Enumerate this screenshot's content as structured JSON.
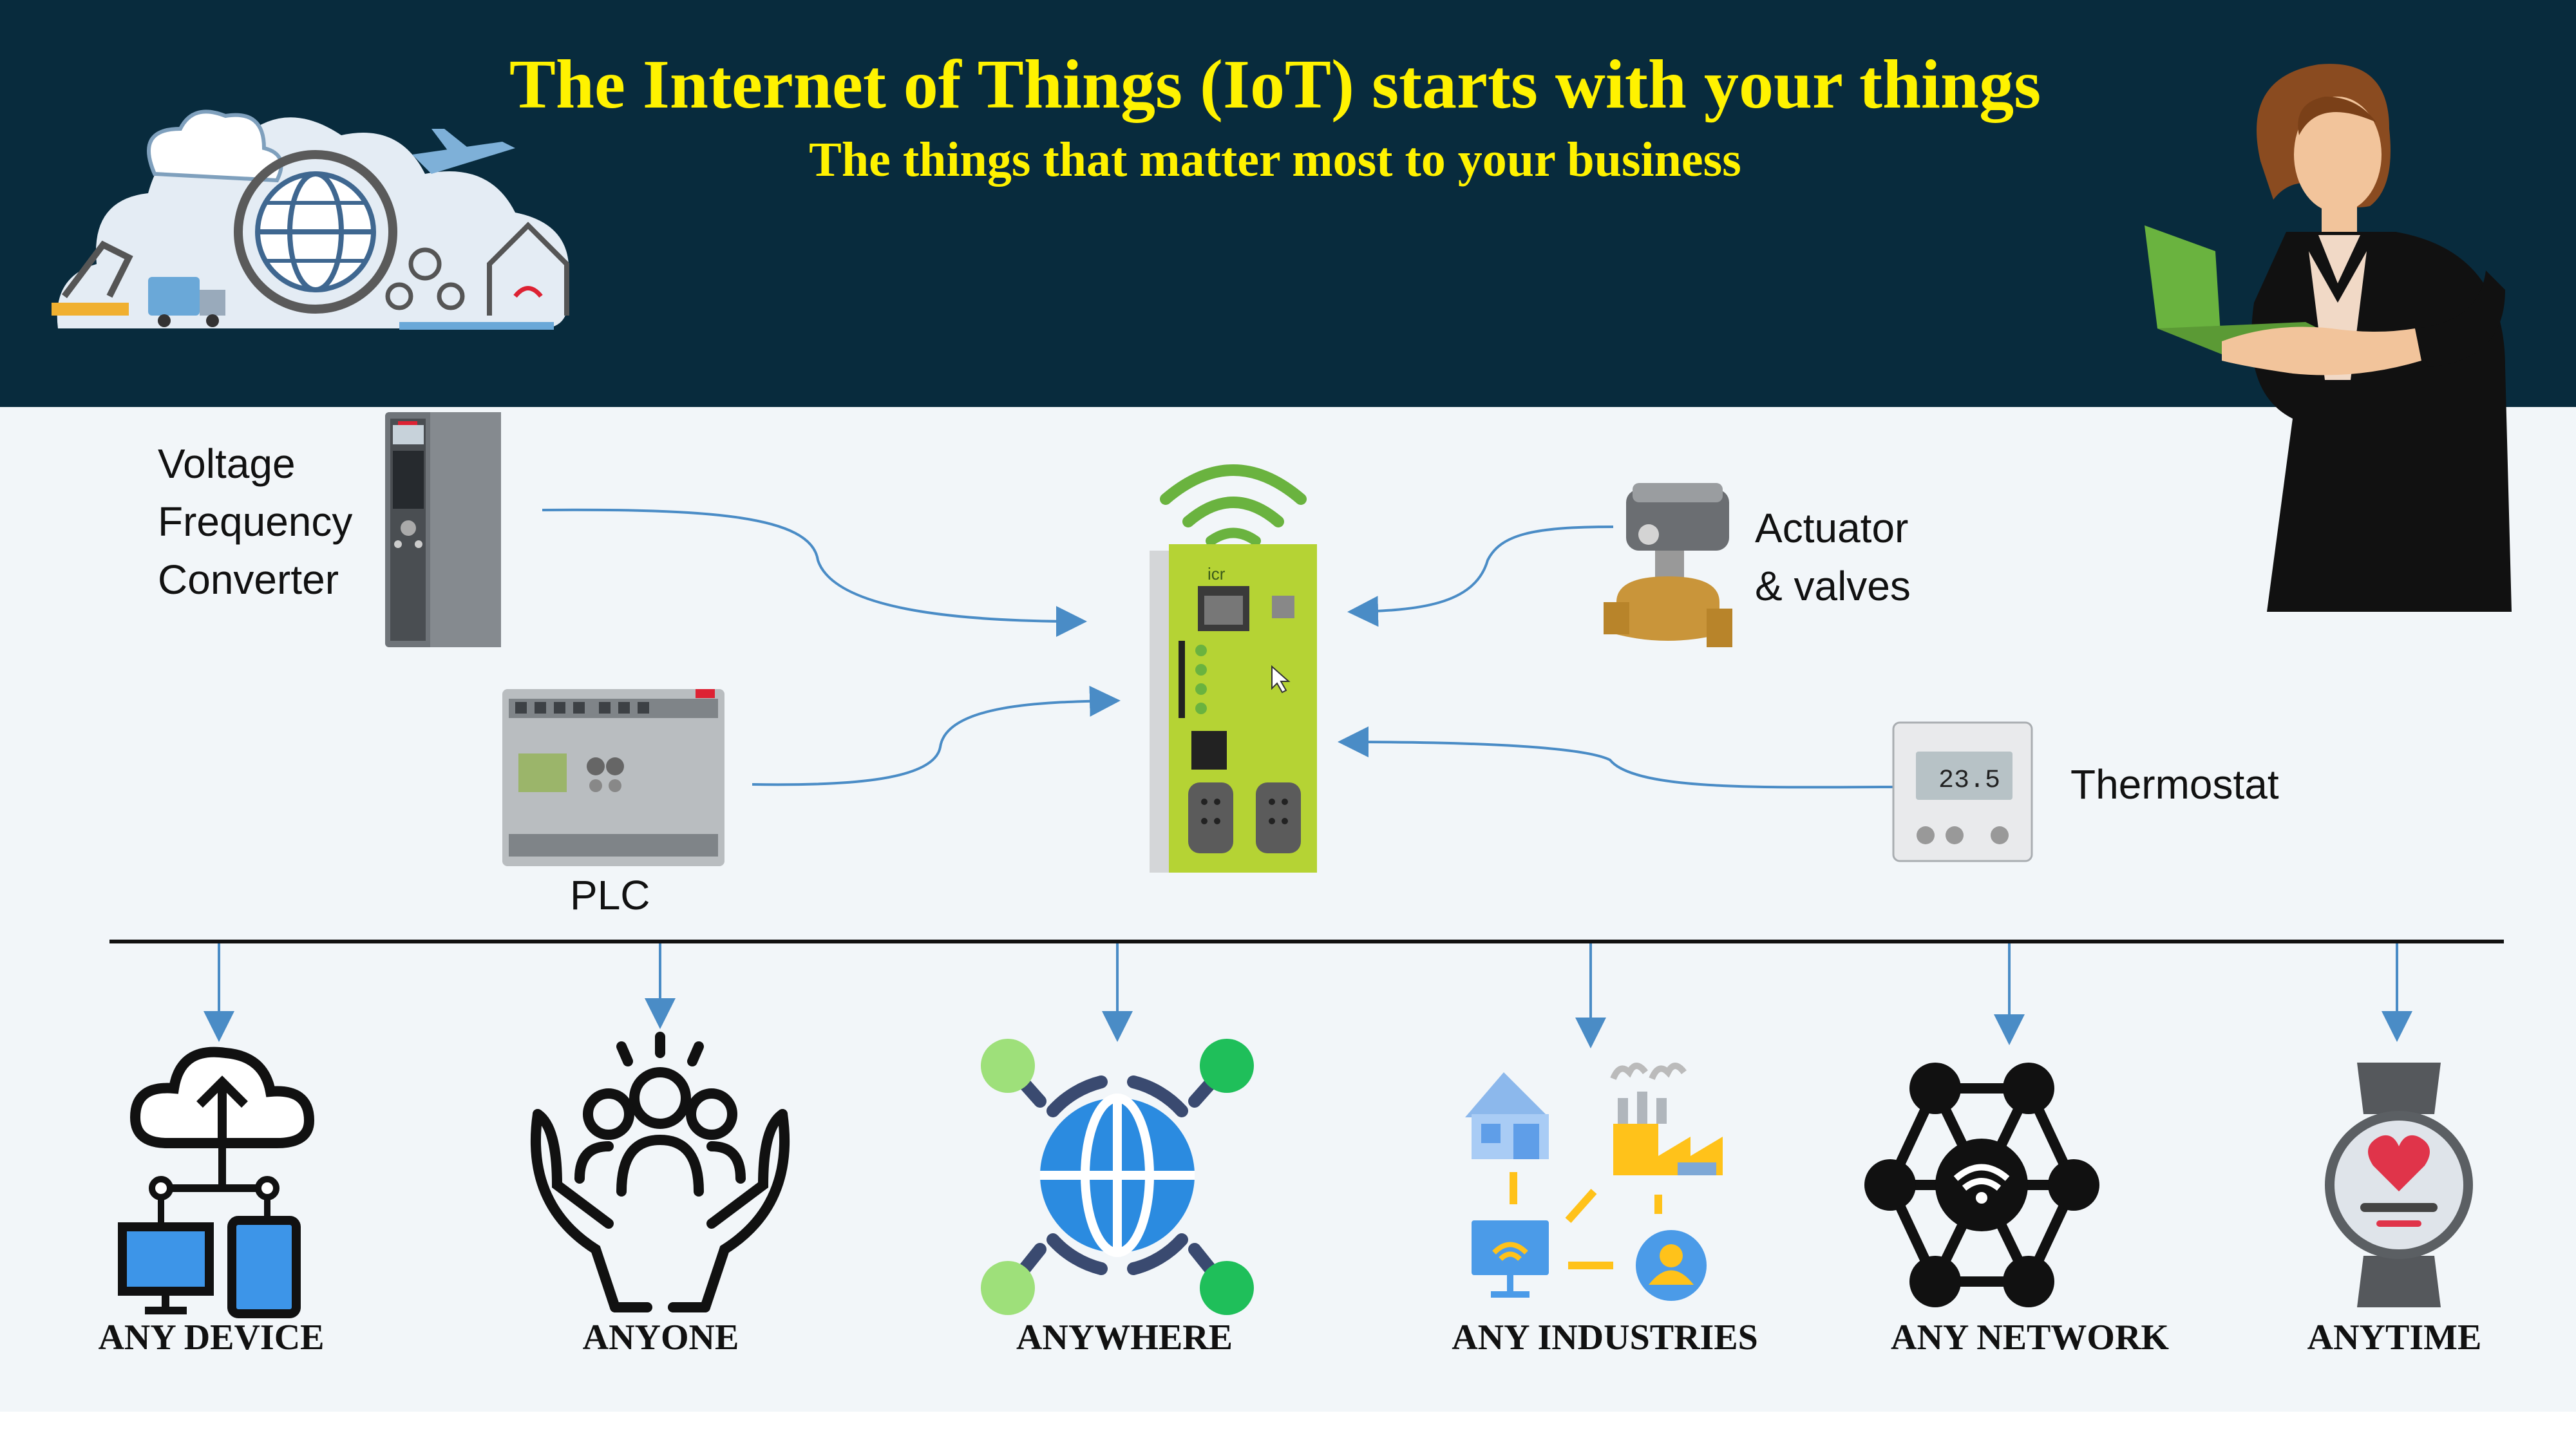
{
  "header": {
    "title": "The Internet of Things (IoT) starts with your things",
    "subtitle": "The things that matter most to your business"
  },
  "devices": {
    "vfc": [
      "Voltage",
      "Frequency",
      "Converter"
    ],
    "plc": "PLC",
    "actuator": [
      "Actuator",
      "& valves"
    ],
    "thermostat": "Thermostat"
  },
  "any_items": [
    "ANY DEVICE",
    "ANYONE",
    "ANYWHERE",
    "ANY INDUSTRIES",
    "ANY NETWORK",
    "ANYTIME"
  ],
  "gateway": {
    "screen": "23.5",
    "brand": "icr"
  },
  "colors": {
    "header_bg": "#082b3d",
    "title_text": "#fff200",
    "gateway_green": "#b5d334",
    "wifi_green": "#6ab33f",
    "connector_blue": "#4a8cc6"
  },
  "icons": [
    "iot-cloud-globe-icon",
    "vfd-drive-icon",
    "plc-icon",
    "gateway-icon",
    "actuator-valve-icon",
    "thermostat-icon",
    "cloud-device-icon",
    "people-hands-icon",
    "globe-network-icon",
    "industries-icon",
    "network-hexagon-icon",
    "smartwatch-icon",
    "businesswoman-laptop-icon"
  ]
}
